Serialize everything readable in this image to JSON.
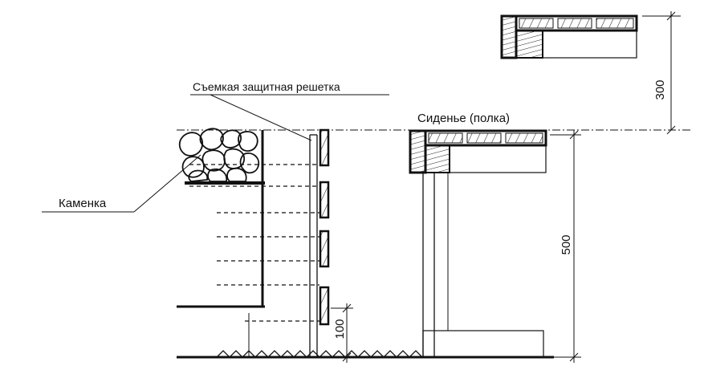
{
  "labels": {
    "grate": "Съемкая защитная решетка",
    "seat": "Сиденье (полка)",
    "stove": "Каменка"
  },
  "dimensions": {
    "upper_seat": "300",
    "seat_height": "500",
    "grate_gap": "100"
  },
  "colors": {
    "ink": "#111111",
    "background": "#ffffff"
  }
}
